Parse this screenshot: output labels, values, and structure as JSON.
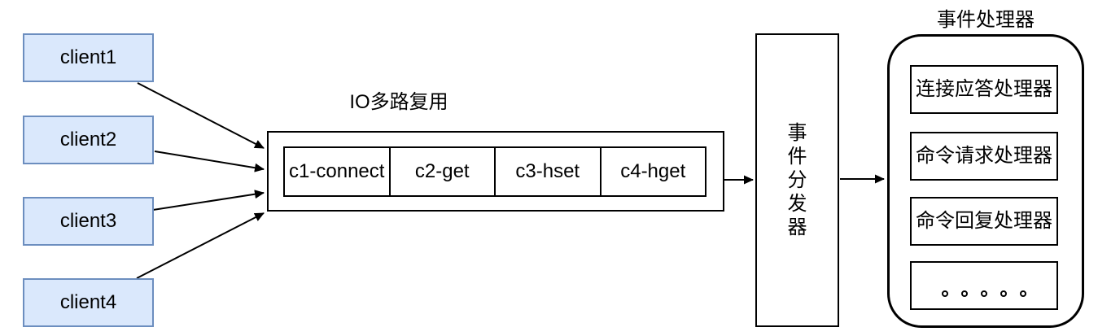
{
  "colors": {
    "background": "#ffffff",
    "stroke": "#000000",
    "client_fill": "#dae8fc",
    "client_border": "#6c8ebf"
  },
  "clients": [
    {
      "label": "client1"
    },
    {
      "label": "client2"
    },
    {
      "label": "client3"
    },
    {
      "label": "client4"
    }
  ],
  "io": {
    "label": "IO多路复用",
    "queue": [
      "c1-connect",
      "c2-get",
      "c3-hset",
      "c4-hget"
    ]
  },
  "dispatcher": {
    "label": "事件分发器"
  },
  "handler": {
    "title": "事件处理器",
    "items": [
      "连接应答处理器",
      "命令请求处理器",
      "命令回复处理器"
    ],
    "dots_count": 5
  }
}
